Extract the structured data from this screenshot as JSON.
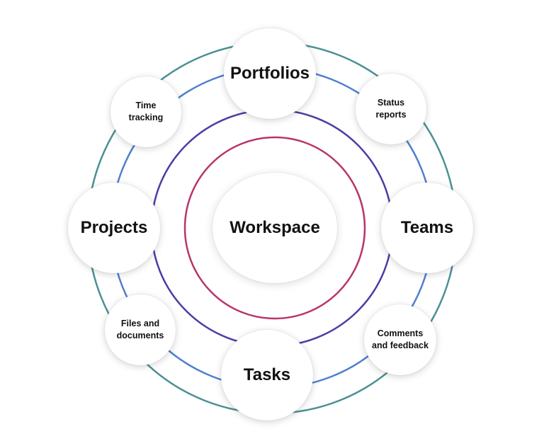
{
  "center": {
    "label": "Workspace"
  },
  "primary_nodes": {
    "portfolios": "Portfolios",
    "teams": "Teams",
    "tasks": "Tasks",
    "projects": "Projects"
  },
  "secondary_nodes": {
    "status_reports_line1": "Status",
    "status_reports_line2": "reports",
    "comments_feedback_line1": "Comments",
    "comments_feedback_line2": "and feedback",
    "files_documents_line1": "Files and",
    "files_documents_line2": "documents",
    "time_tracking_line1": "Time",
    "time_tracking_line2": "tracking"
  },
  "colors": {
    "outer_ring": "#4a9094",
    "second_ring": "#4f7fcf",
    "third_ring": "#4b3ea3",
    "inner_ring": "#b8356b",
    "node_fill": "#ffffff",
    "text": "#111111"
  }
}
